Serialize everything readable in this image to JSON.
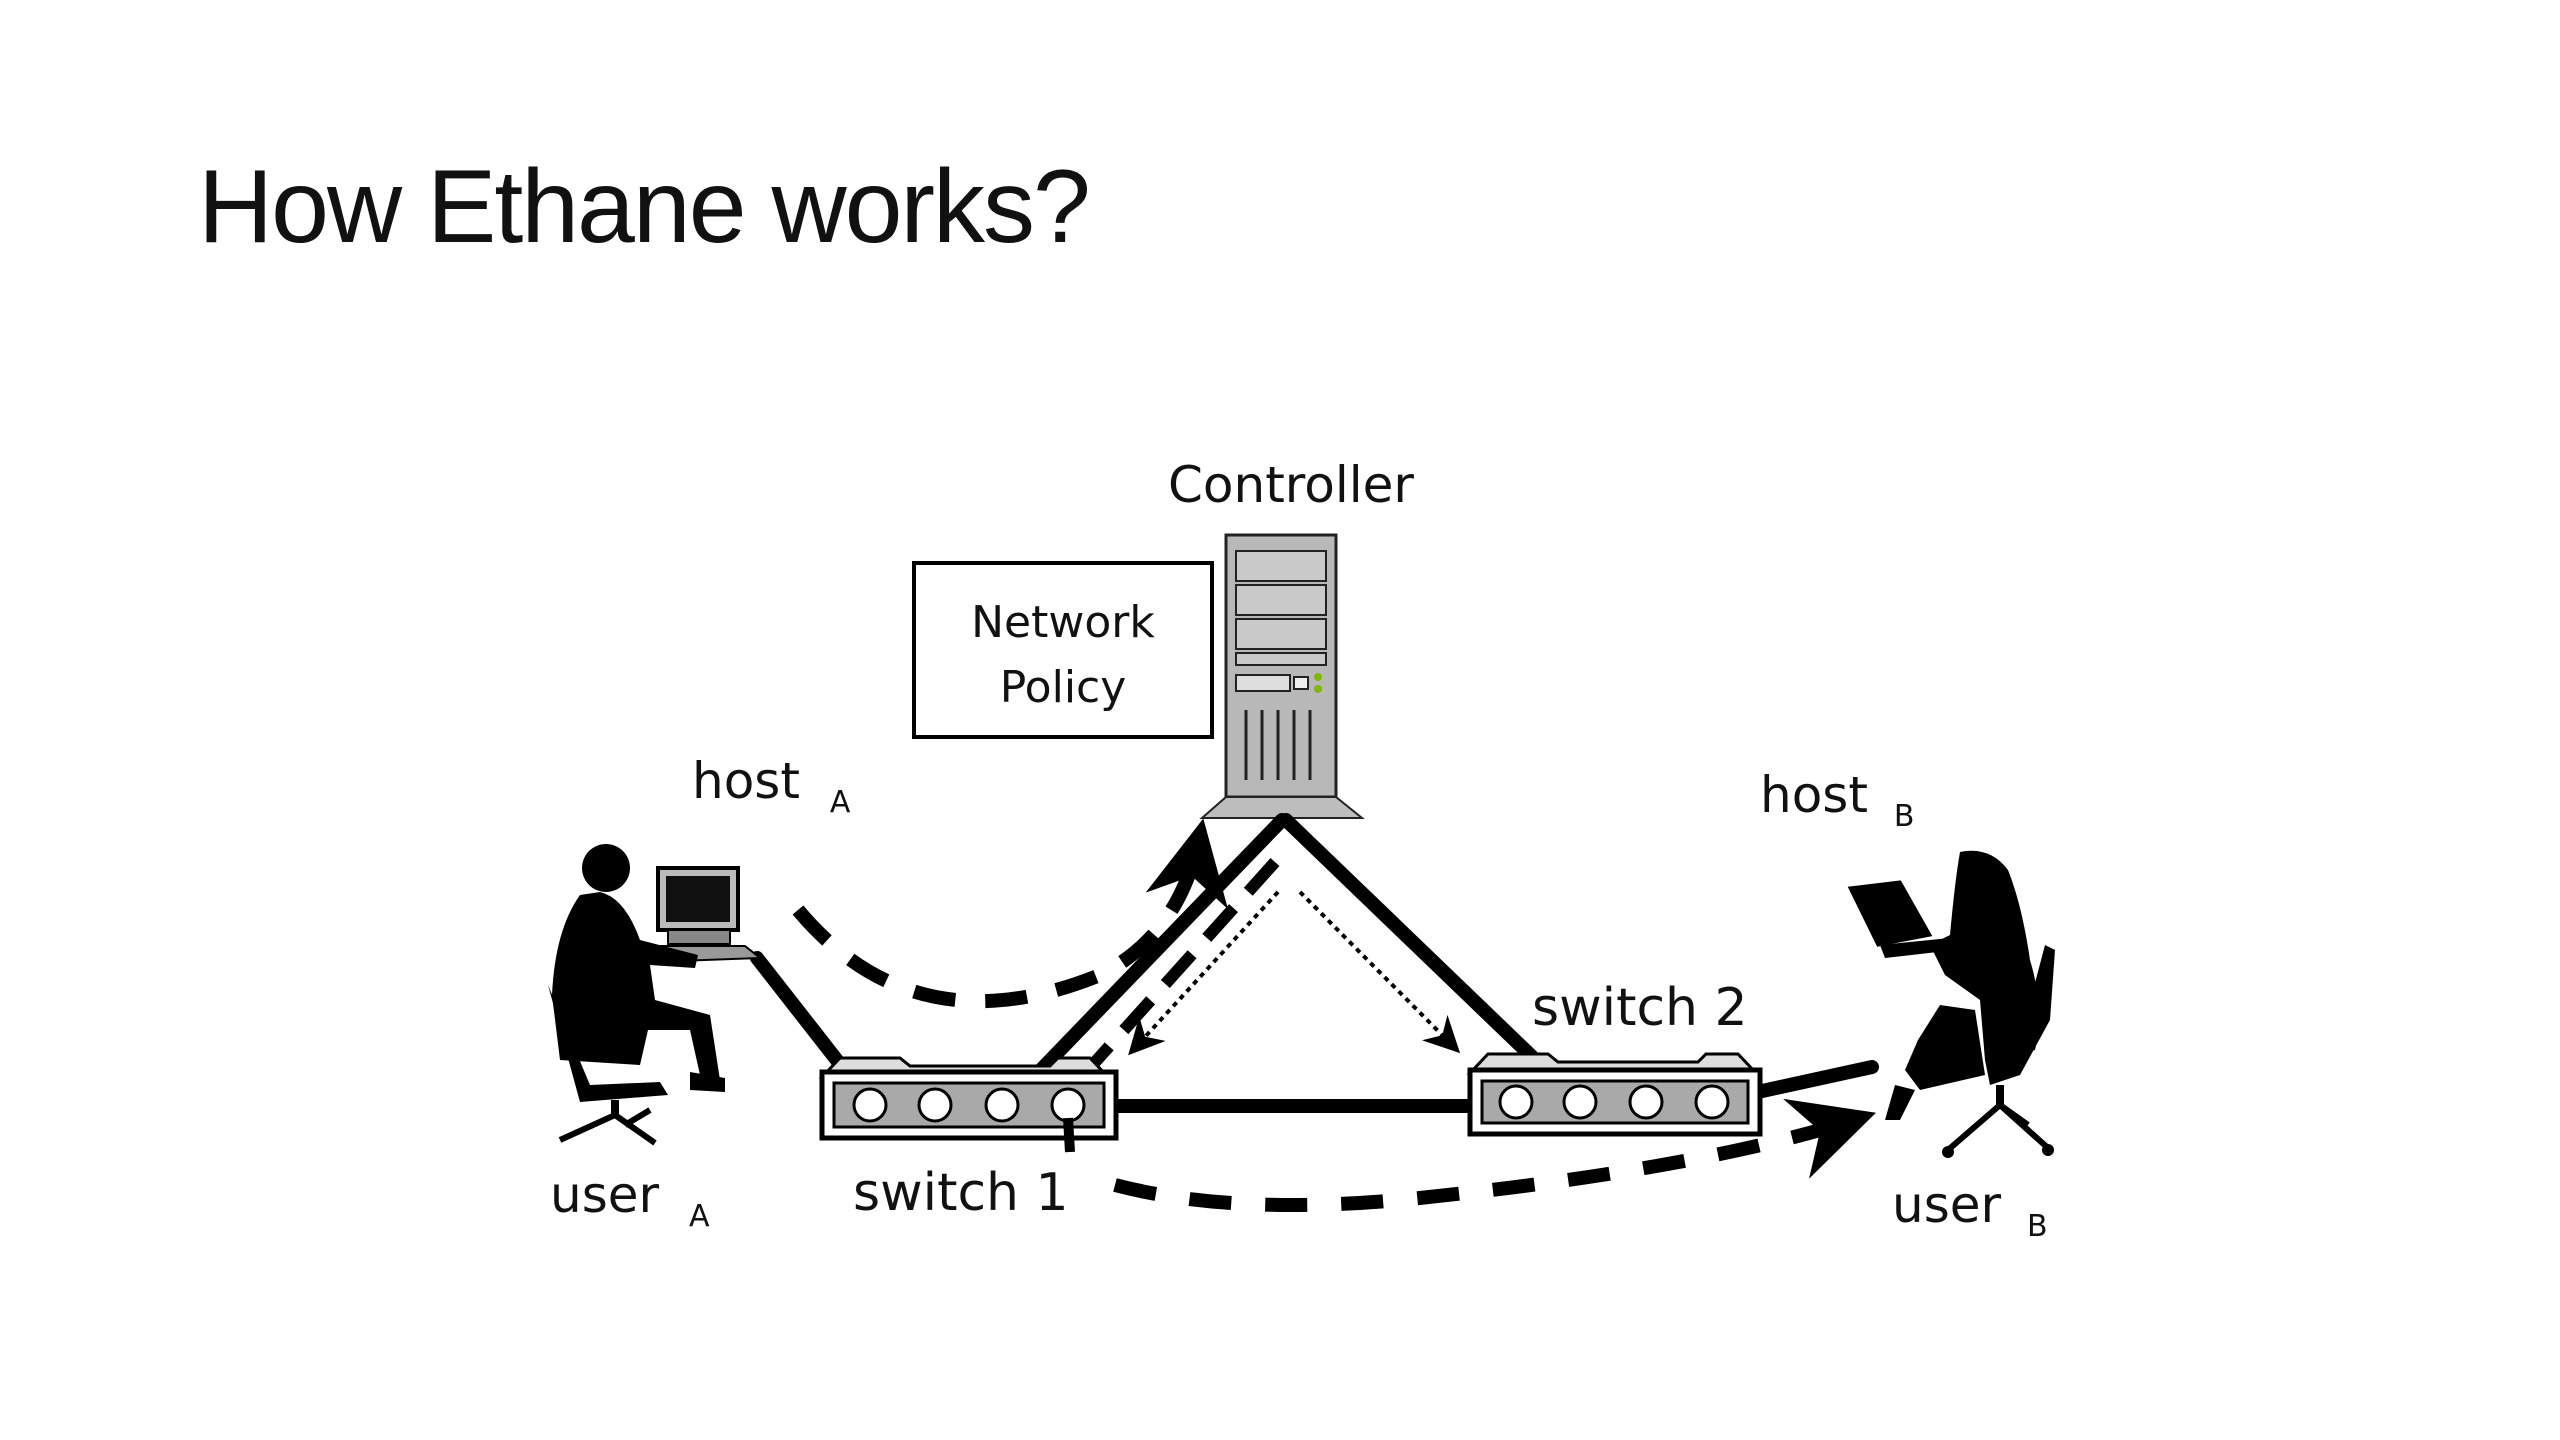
{
  "slide": {
    "title": "How Ethane works?"
  },
  "diagram": {
    "controller_label": "Controller",
    "policy_box": {
      "line1": "Network",
      "line2": "Policy"
    },
    "host_a": {
      "text": "host",
      "sub": "A"
    },
    "host_b": {
      "text": "host",
      "sub": "B"
    },
    "user_a": {
      "text": "user",
      "sub": "A"
    },
    "user_b": {
      "text": "user",
      "sub": "B"
    },
    "switch1_label": "switch 1",
    "switch2_label": "switch 2"
  }
}
